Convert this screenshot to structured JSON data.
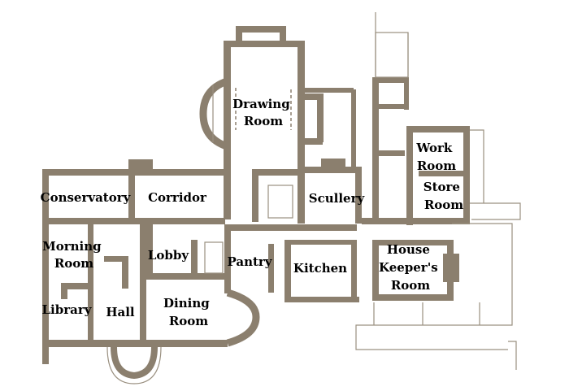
{
  "colors": {
    "wall": "#8b7f6e",
    "background": "#ffffff",
    "label": "#000000"
  },
  "rooms": {
    "drawing_room": [
      "Drawing",
      "Room"
    ],
    "conservatory": [
      "Conservatory"
    ],
    "corridor": [
      "Corridor"
    ],
    "scullery": [
      "Scullery"
    ],
    "work_room": [
      "Work",
      "Room"
    ],
    "store_room": [
      "Store",
      "Room"
    ],
    "morning_room": [
      "Morning",
      "Room"
    ],
    "lobby": [
      "Lobby"
    ],
    "pantry": [
      "Pantry"
    ],
    "kitchen": [
      "Kitchen"
    ],
    "house_keepers_room": [
      "House",
      "Keeper's",
      "Room"
    ],
    "library": [
      "Library"
    ],
    "hall": [
      "Hall"
    ],
    "dining_room": [
      "Dining",
      "Room"
    ]
  }
}
